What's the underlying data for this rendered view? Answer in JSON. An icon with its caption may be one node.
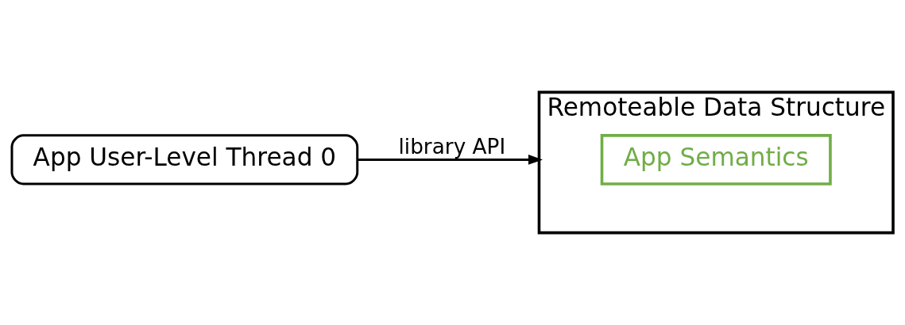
{
  "diagram": {
    "nodes": [
      {
        "text": [
          "App User-Level Thread 0"
        ]
      },
      {
        "text": [
          "Remoteable Data Structure"
        ]
      },
      {
        "text": [
          "App Semantics"
        ],
        "in": 1
      }
    ],
    "edges": [
      {
        "from": 0,
        "to": 1,
        "label": "library API",
        "arrow": "to"
      }
    ]
  }
}
